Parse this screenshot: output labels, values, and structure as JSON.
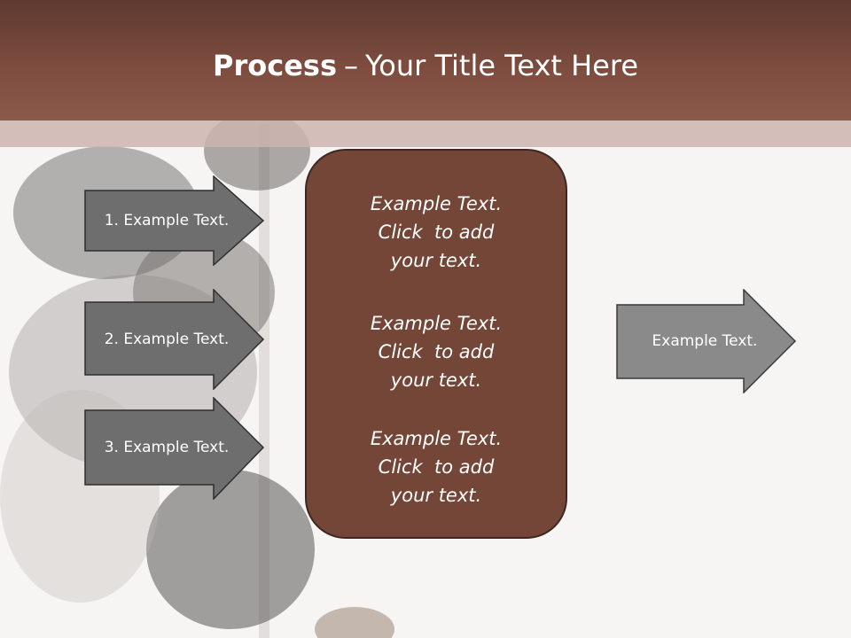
{
  "slide": {
    "title_bold": "Process",
    "title_separator": "–",
    "title_rest": "Your Title Text Here"
  },
  "left_arrows": [
    {
      "label": "1. Example Text."
    },
    {
      "label": "2. Example Text."
    },
    {
      "label": "3. Example Text."
    }
  ],
  "center_box": {
    "blocks": [
      {
        "lines": [
          "Example Text.",
          "Click  to add",
          "your text."
        ]
      },
      {
        "lines": [
          "Example Text.",
          "Click  to add",
          "your text."
        ]
      },
      {
        "lines": [
          "Example Text.",
          "Click  to add",
          "your text."
        ]
      }
    ]
  },
  "right_arrow": {
    "label": "Example Text."
  },
  "colors": {
    "header": "#7d4c3f",
    "center_box": "#744638",
    "left_arrow_fill": "#6e6e6e",
    "right_arrow_fill": "#8a8a8a"
  }
}
